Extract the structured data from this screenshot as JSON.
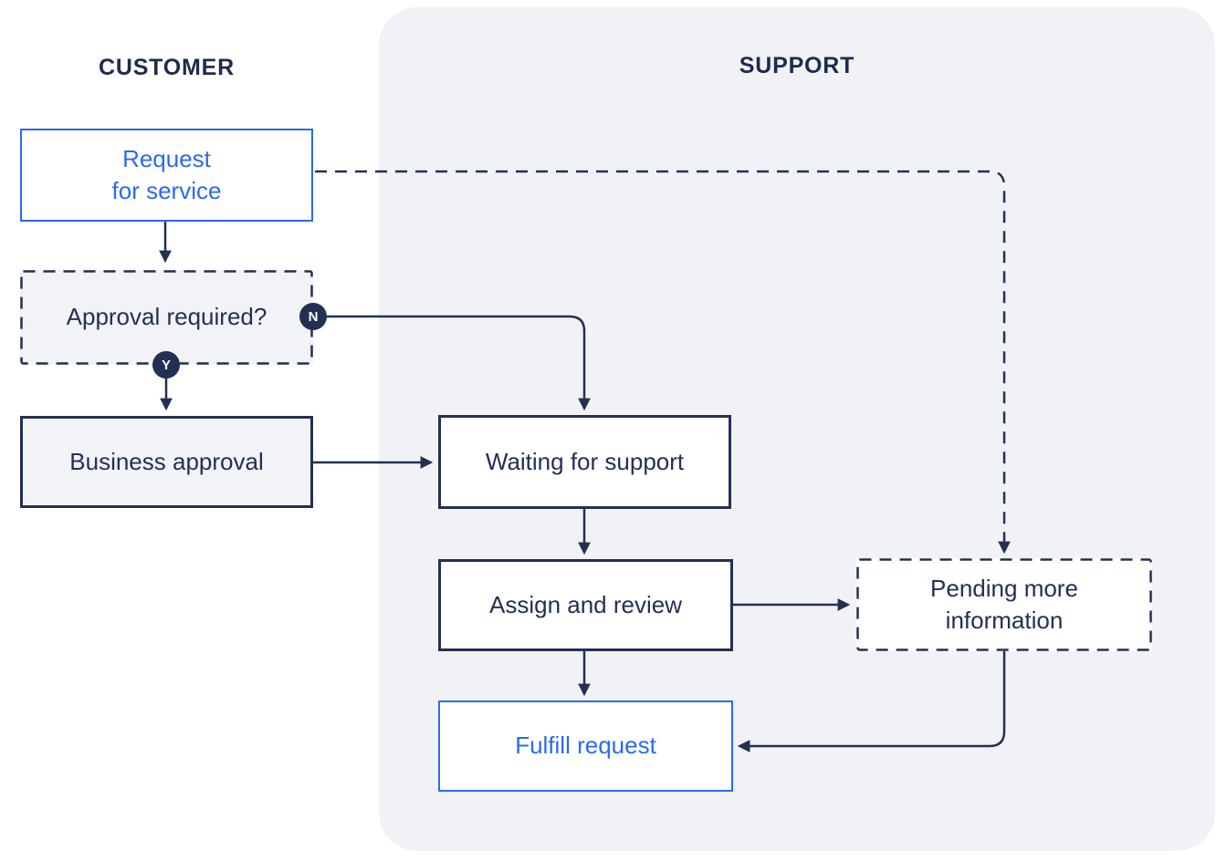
{
  "lanes": {
    "customer": "CUSTOMER",
    "support": "SUPPORT"
  },
  "nodes": {
    "request": {
      "label": "Request\nfor service"
    },
    "approval": {
      "label": "Approval required?"
    },
    "business": {
      "label": "Business approval"
    },
    "waiting": {
      "label": "Waiting for support"
    },
    "assign": {
      "label": "Assign and review"
    },
    "pending": {
      "label": "Pending more\ninformation"
    },
    "fulfill": {
      "label": "Fulfill request"
    }
  },
  "badges": {
    "no": "N",
    "yes": "Y"
  },
  "edges": [
    {
      "from": "request",
      "to": "approval",
      "style": "solid"
    },
    {
      "from": "approval",
      "to": "waiting",
      "style": "solid",
      "label": "N"
    },
    {
      "from": "approval",
      "to": "business",
      "style": "solid",
      "label": "Y"
    },
    {
      "from": "business",
      "to": "waiting",
      "style": "solid"
    },
    {
      "from": "waiting",
      "to": "assign",
      "style": "solid"
    },
    {
      "from": "assign",
      "to": "pending",
      "style": "solid"
    },
    {
      "from": "assign",
      "to": "fulfill",
      "style": "solid"
    },
    {
      "from": "request",
      "to": "pending",
      "style": "dashed"
    },
    {
      "from": "pending",
      "to": "fulfill",
      "style": "solid"
    }
  ],
  "colors": {
    "navy": "#223054",
    "blue": "#2a6af5",
    "panel_gray": "#f1f2f5",
    "box_gray": "#f2f3f6",
    "background": "#ffffff"
  }
}
